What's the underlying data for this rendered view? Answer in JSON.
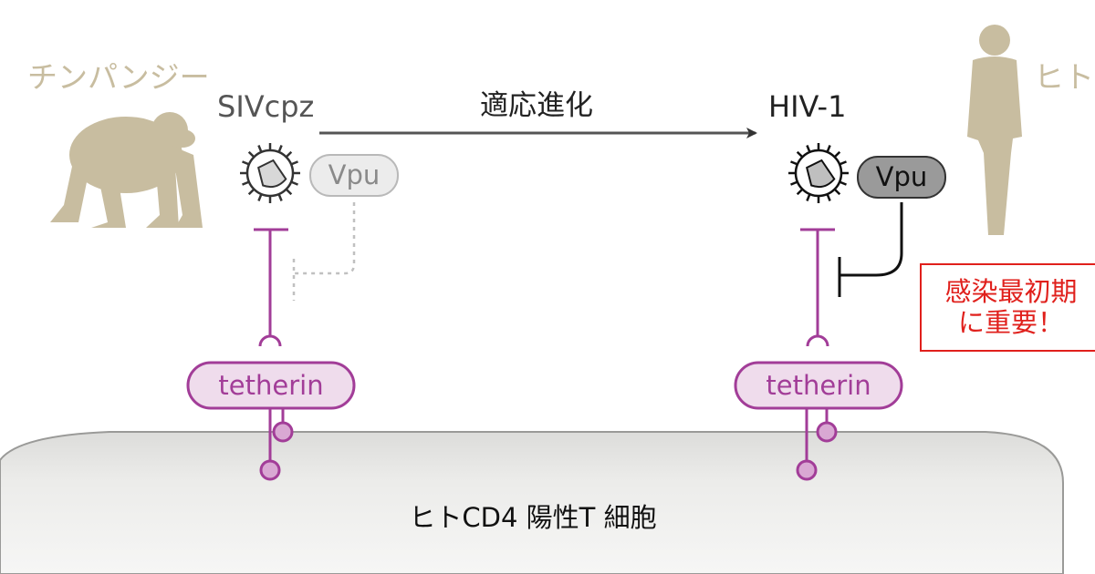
{
  "labels": {
    "chimpanzee": "チンパンジー",
    "human": "ヒト",
    "siv": "SIVcpz",
    "hiv": "HIV-1",
    "evolution": "適応進化",
    "vpu_left": "Vpu",
    "vpu_right": "Vpu",
    "tetherin_left": "tetherin",
    "tetherin_right": "tetherin",
    "cell": "ヒトCD4 陽性T 細胞"
  },
  "callout": {
    "line1": "感染最初期",
    "line2": "に重要！"
  },
  "colors": {
    "silhouette": "#c8bda0",
    "tetherin": "#a23d98",
    "tetherin_fill": "#efdcec",
    "callout": "#e0201c",
    "cell": "#e8e8e6",
    "vpu_dark": "#9a9a9a",
    "vpu_light": "#ececec"
  }
}
